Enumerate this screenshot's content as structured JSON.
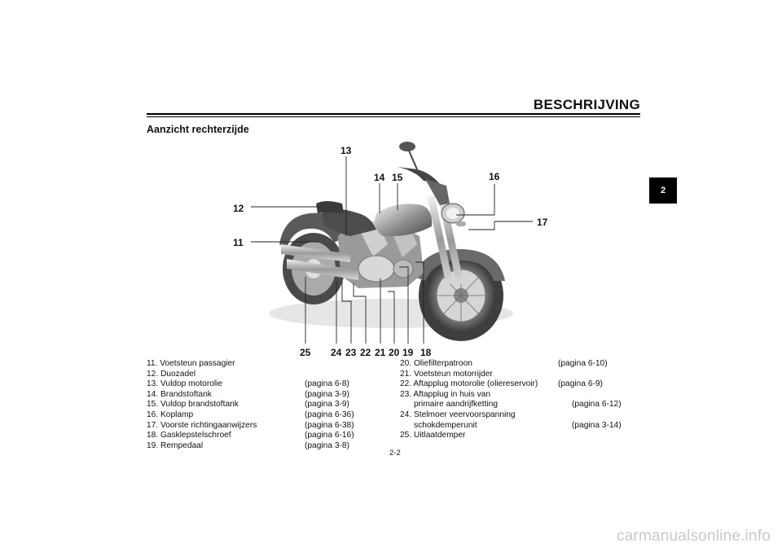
{
  "header": {
    "title": "BESCHRIJVING",
    "chapter_tab": "2"
  },
  "section": {
    "title": "Aanzicht rechterzijde"
  },
  "callouts": [
    "11",
    "12",
    "13",
    "14",
    "15",
    "16",
    "17",
    "18",
    "19",
    "20",
    "21",
    "22",
    "23",
    "24",
    "25"
  ],
  "legend_left": [
    {
      "label": "11. Voetsteun passagier",
      "ref": ""
    },
    {
      "label": "12. Duozadel",
      "ref": ""
    },
    {
      "label": "13. Vuldop motorolie",
      "ref": "(pagina 6-8)"
    },
    {
      "label": "14. Brandstoftank",
      "ref": "(pagina 3-9)"
    },
    {
      "label": "15. Vuldop brandstoftank",
      "ref": "(pagina 3-9)"
    },
    {
      "label": "16. Koplamp",
      "ref": "(pagina 6-36)"
    },
    {
      "label": "17. Voorste richtingaanwijzers",
      "ref": "(pagina 6-38)"
    },
    {
      "label": "18. Gasklepstelschroef",
      "ref": "(pagina 6-16)"
    },
    {
      "label": "19. Rempedaal",
      "ref": "(pagina 3-8)"
    }
  ],
  "legend_right": [
    {
      "label": "20. Oliefilterpatroon",
      "ref": "(pagina 6-10)"
    },
    {
      "label": "21. Voetsteun motorrijder",
      "ref": ""
    },
    {
      "label": "22. Aftapplug motorolie (oliereservoir)",
      "ref": "(pagina 6-9)"
    },
    {
      "label": "23. Aftapplug in huis van",
      "ref": ""
    },
    {
      "label": "primaire aandrijfketting",
      "ref": "(pagina 6-12)"
    },
    {
      "label": "24. Stelmoer veervoorspanning",
      "ref": ""
    },
    {
      "label": "schokdemperunit",
      "ref": "(pagina 3-14)"
    },
    {
      "label": "25. Uitlaatdemper",
      "ref": ""
    }
  ],
  "footer": {
    "page_number": "2-2",
    "watermark": "carmanualsonline.info"
  }
}
